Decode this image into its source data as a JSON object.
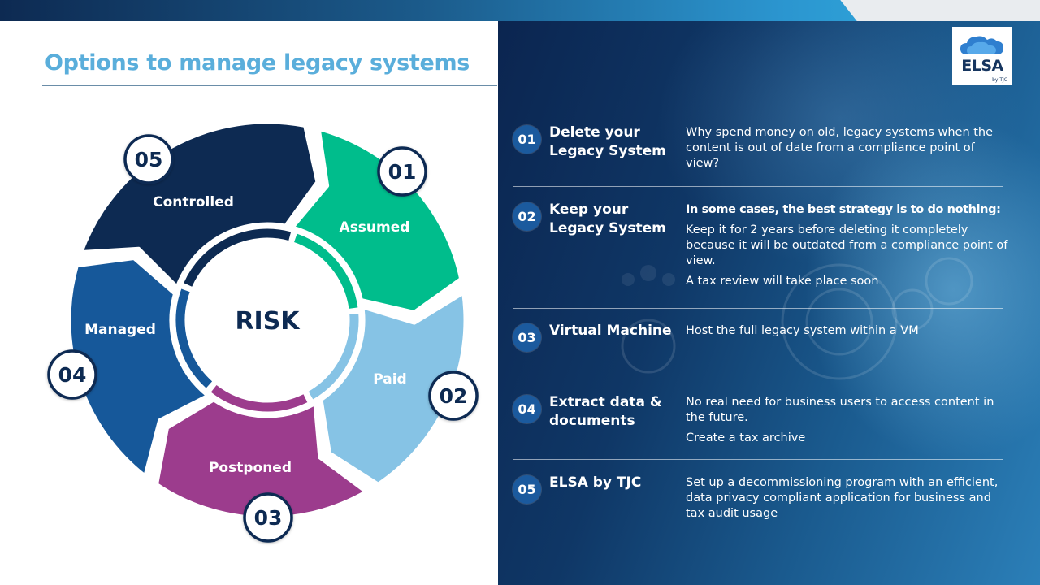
{
  "title": "Options to manage legacy systems",
  "colors": {
    "navy": "#0d2a52",
    "green": "#00bd8c",
    "light_blue": "#86c3e5",
    "purple": "#9c3c8d",
    "mid_blue": "#16589a",
    "title_blue": "#5aaedb"
  },
  "cycle": {
    "center_label": "RISK",
    "segments": [
      {
        "number": "01",
        "label": "Assumed"
      },
      {
        "number": "02",
        "label": "Paid"
      },
      {
        "number": "03",
        "label": "Postponed"
      },
      {
        "number": "04",
        "label": "Managed"
      },
      {
        "number": "05",
        "label": "Controlled"
      }
    ]
  },
  "logo": {
    "text": "ELSA",
    "sub": "by TJC"
  },
  "options": [
    {
      "number": "01",
      "title": "Delete your Legacy System",
      "lead": "",
      "desc": [
        "Why spend money on old, legacy systems when the content is out of date from a compliance point of view?"
      ]
    },
    {
      "number": "02",
      "title": "Keep your Legacy System",
      "lead": "In some cases, the best strategy is to do nothing:",
      "desc": [
        "Keep it for 2 years before deleting it completely because it will be outdated from a compliance point of view.",
        "A tax review will take place soon"
      ]
    },
    {
      "number": "03",
      "title": "Virtual Machine",
      "lead": "",
      "desc": [
        "Host the full legacy system within a VM"
      ]
    },
    {
      "number": "04",
      "title": "Extract data & documents",
      "lead": "",
      "desc": [
        "No real need for business users to access content in the future.",
        "Create a tax archive"
      ]
    },
    {
      "number": "05",
      "title": "ELSA by TJC",
      "lead": "",
      "desc": [
        "Set up a decommissioning program with an efficient, data privacy compliant application for business and tax audit usage"
      ]
    }
  ]
}
